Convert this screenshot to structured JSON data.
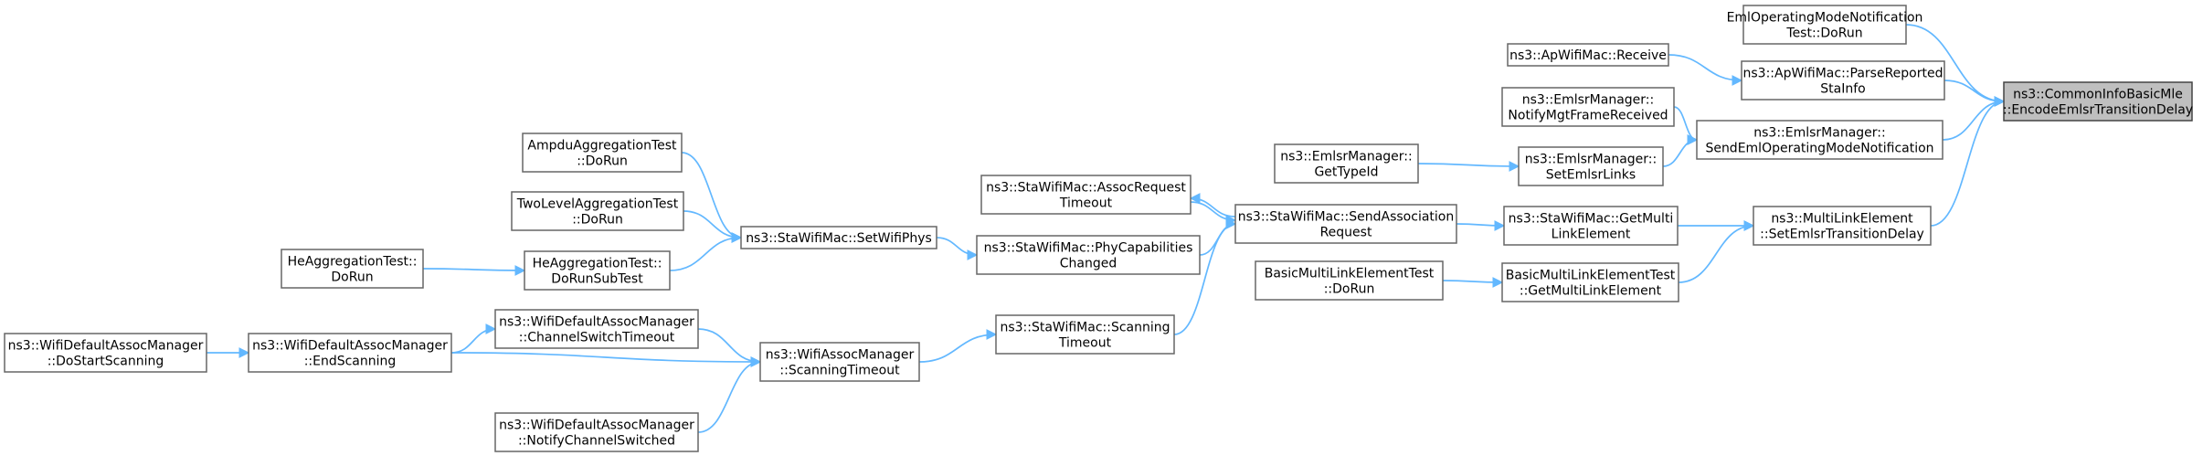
{
  "colors": {
    "edge": "#63b8ff",
    "node_border": "#666666",
    "root_fill": "#bfbfbf",
    "node_fill": "#ffffff"
  },
  "nodes": {
    "root": [
      "ns3::CommonInfoBasicMle",
      "::EncodeEmlsrTransitionDelay"
    ],
    "eml_test": [
      "EmlOperatingModeNotification",
      "Test::DoRun"
    ],
    "ap_receive": [
      "ns3::ApWifiMac::Receive"
    ],
    "parse_reported": [
      "ns3::ApWifiMac::ParseReported",
      "StaInfo"
    ],
    "notify_mgt": [
      "ns3::EmlsrManager::",
      "NotifyMgtFrameReceived"
    ],
    "send_eml": [
      "ns3::EmlsrManager::",
      "SendEmlOperatingModeNotification"
    ],
    "get_type_id": [
      "ns3::EmlsrManager::",
      "GetTypeId"
    ],
    "set_emlsr_links": [
      "ns3::EmlsrManager::",
      "SetEmlsrLinks"
    ],
    "ampdu_test": [
      "AmpduAggregationTest",
      "::DoRun"
    ],
    "assoc_timeout": [
      "ns3::StaWifiMac::AssocRequest",
      "Timeout"
    ],
    "send_assoc": [
      "ns3::StaWifiMac::SendAssociation",
      "Request"
    ],
    "get_multi_link": [
      "ns3::StaWifiMac::GetMulti",
      "LinkElement"
    ],
    "set_transition": [
      "ns3::MultiLinkElement",
      "::SetEmlsrTransitionDelay"
    ],
    "two_level_test": [
      "TwoLevelAggregationTest",
      "::DoRun"
    ],
    "set_wifi_phys": [
      "ns3::StaWifiMac::SetWifiPhys"
    ],
    "phy_cap": [
      "ns3::StaWifiMac::PhyCapabilities",
      "Changed"
    ],
    "he_test": [
      "HeAggregationTest::",
      "DoRun"
    ],
    "he_subtest": [
      "HeAggregationTest::",
      "DoRunSubTest"
    ],
    "basic_mle_test": [
      "BasicMultiLinkElementTest",
      "::DoRun"
    ],
    "basic_mle_get": [
      "BasicMultiLinkElementTest",
      "::GetMultiLinkElement"
    ],
    "channel_switch_timeout": [
      "ns3::WifiDefaultAssocManager",
      "::ChannelSwitchTimeout"
    ],
    "scanning_timeout_sta": [
      "ns3::StaWifiMac::Scanning",
      "Timeout"
    ],
    "do_start_scanning": [
      "ns3::WifiDefaultAssocManager",
      "::DoStartScanning"
    ],
    "end_scanning": [
      "ns3::WifiDefaultAssocManager",
      "::EndScanning"
    ],
    "scanning_timeout_mgr": [
      "ns3::WifiAssocManager",
      "::ScanningTimeout"
    ],
    "notify_channel_switched": [
      "ns3::WifiDefaultAssocManager",
      "::NotifyChannelSwitched"
    ]
  },
  "edges": [
    [
      "eml_test",
      "root"
    ],
    [
      "parse_reported",
      "root"
    ],
    [
      "send_eml",
      "root"
    ],
    [
      "set_transition",
      "root"
    ],
    [
      "ap_receive",
      "parse_reported"
    ],
    [
      "notify_mgt",
      "send_eml"
    ],
    [
      "set_emlsr_links",
      "send_eml"
    ],
    [
      "get_type_id",
      "set_emlsr_links"
    ],
    [
      "get_multi_link",
      "set_transition"
    ],
    [
      "basic_mle_get",
      "set_transition"
    ],
    [
      "send_assoc",
      "get_multi_link"
    ],
    [
      "basic_mle_test",
      "basic_mle_get"
    ],
    [
      "send_assoc",
      "assoc_timeout"
    ],
    [
      "assoc_timeout",
      "send_assoc"
    ],
    [
      "phy_cap",
      "send_assoc"
    ],
    [
      "scanning_timeout_sta",
      "send_assoc"
    ],
    [
      "set_wifi_phys",
      "phy_cap"
    ],
    [
      "ampdu_test",
      "set_wifi_phys"
    ],
    [
      "two_level_test",
      "set_wifi_phys"
    ],
    [
      "he_subtest",
      "set_wifi_phys"
    ],
    [
      "he_test",
      "he_subtest"
    ],
    [
      "scanning_timeout_mgr",
      "scanning_timeout_sta"
    ],
    [
      "channel_switch_timeout",
      "scanning_timeout_mgr"
    ],
    [
      "end_scanning",
      "scanning_timeout_mgr"
    ],
    [
      "notify_channel_switched",
      "scanning_timeout_mgr"
    ],
    [
      "end_scanning",
      "channel_switch_timeout"
    ],
    [
      "do_start_scanning",
      "end_scanning"
    ]
  ]
}
